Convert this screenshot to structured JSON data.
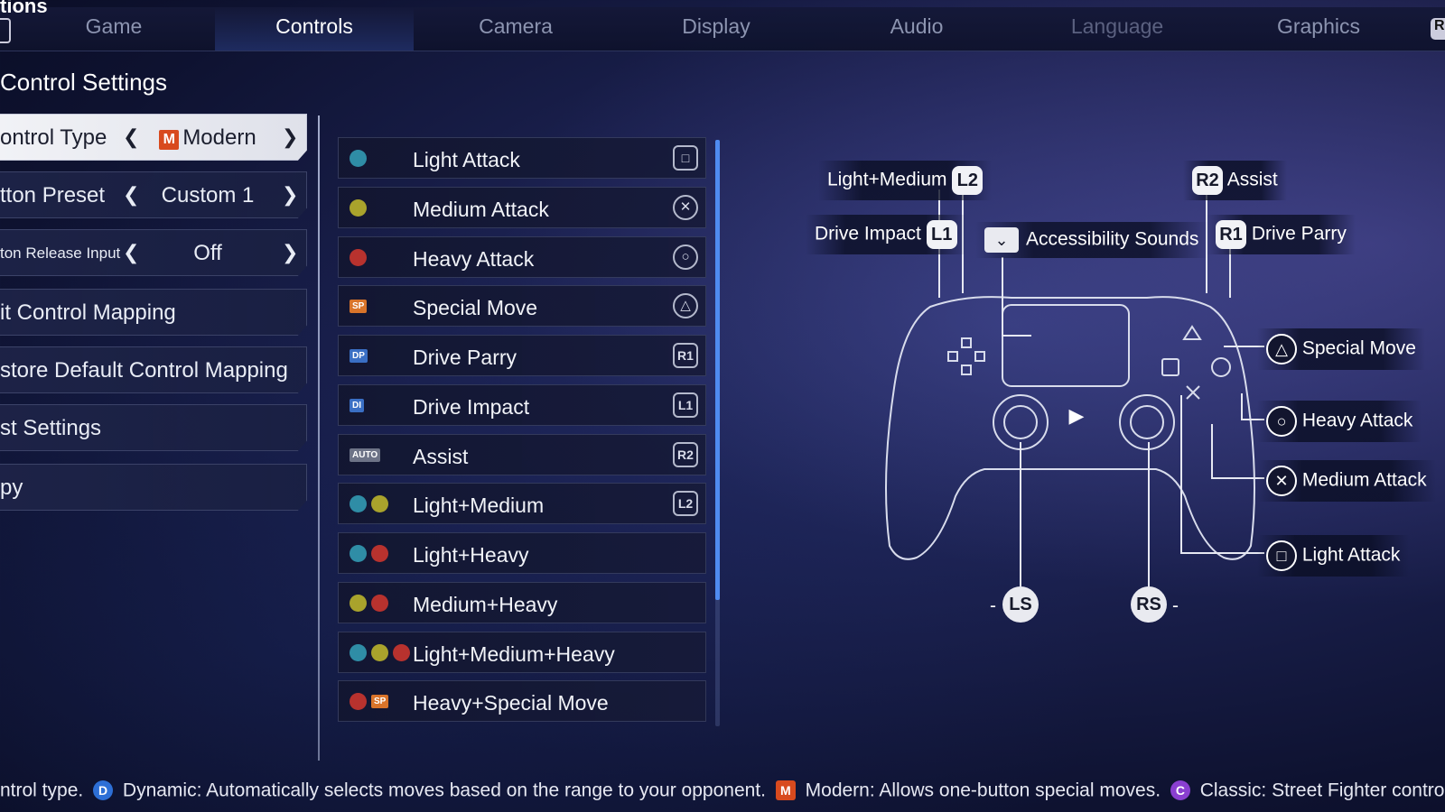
{
  "header": {
    "cut_title": "tions",
    "tabs": [
      "Game",
      "Controls",
      "Camera",
      "Display",
      "Audio",
      "Language",
      "Graphics"
    ],
    "active_tab": "Controls",
    "right_bumper": "R"
  },
  "section_title": "Control Settings",
  "menu": {
    "items": [
      {
        "label": "ontrol Type",
        "value": "Modern",
        "value_icon": "M"
      },
      {
        "label": "tton Preset",
        "value": "Custom 1"
      },
      {
        "label": "ton Release Input",
        "value": "Off"
      },
      {
        "label": "it Control Mapping"
      },
      {
        "label": "store Default Control Mapping"
      },
      {
        "label": "st Settings"
      },
      {
        "label": "py"
      }
    ]
  },
  "actions": [
    {
      "label": "Light Attack",
      "button": "□",
      "colors": [
        "#2f8da6"
      ]
    },
    {
      "label": "Medium Attack",
      "button": "✕",
      "colors": [
        "#a9a32c"
      ]
    },
    {
      "label": "Heavy Attack",
      "button": "○",
      "colors": [
        "#b8322e"
      ]
    },
    {
      "label": "Special Move",
      "button": "△",
      "tags": [
        "SP"
      ]
    },
    {
      "label": "Drive Parry",
      "button": "R1",
      "tags": [
        "DP"
      ]
    },
    {
      "label": "Drive Impact",
      "button": "L1",
      "tags": [
        "DI"
      ]
    },
    {
      "label": "Assist",
      "button": "R2",
      "tags": [
        "AUTO"
      ]
    },
    {
      "label": "Light+Medium",
      "button": "L2",
      "colors": [
        "#2f8da6",
        "#a9a32c"
      ]
    },
    {
      "label": "Light+Heavy",
      "button": "",
      "colors": [
        "#2f8da6",
        "#b8322e"
      ]
    },
    {
      "label": "Medium+Heavy",
      "button": "",
      "colors": [
        "#a9a32c",
        "#b8322e"
      ]
    },
    {
      "label": "Light+Medium+Heavy",
      "button": "",
      "colors": [
        "#2f8da6",
        "#a9a32c",
        "#b8322e"
      ]
    },
    {
      "label": "Heavy+Special Move",
      "button": "",
      "colors": [
        "#b8322e"
      ],
      "tags": [
        "SP"
      ]
    }
  ],
  "tag_colors": {
    "SP": "#d9742a",
    "DP": "#3a6fc4",
    "DI": "#3a6fc4",
    "AUTO": "#6d7387"
  },
  "controller": {
    "l2_label": "Light+Medium",
    "l2": "L2",
    "l1_label": "Drive Impact",
    "l1": "L1",
    "r2": "R2",
    "r2_label": "Assist",
    "r1": "R1",
    "r1_label": "Drive Parry",
    "touchpad_label": "Accessibility Sounds",
    "triangle_label": "Special Move",
    "circle_label": "Heavy Attack",
    "cross_label": "Medium Attack",
    "square_label": "Light Attack",
    "ls": "LS",
    "ls_label": "-",
    "rs": "RS",
    "rs_label": "-"
  },
  "help": {
    "prefix": "ntrol type.",
    "dynamic_icon": "D",
    "dynamic": "Dynamic: Automatically selects moves based on the range to your opponent.",
    "modern_icon": "M",
    "modern": "Modern: Allows one-button special moves.",
    "classic_icon": "C",
    "classic": "Classic: Street Fighter controls as they've always be"
  }
}
